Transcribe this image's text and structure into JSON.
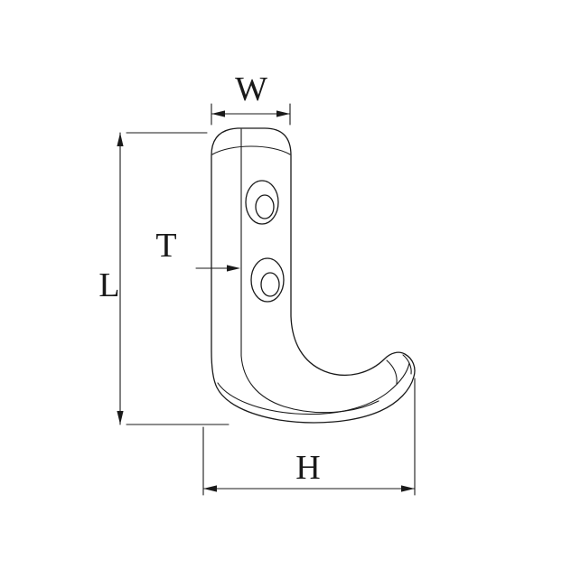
{
  "canvas": {
    "background": "#ffffff",
    "line_color": "#1a1a1a"
  },
  "dimensions": {
    "W": {
      "label": "W"
    },
    "T": {
      "label": "T"
    },
    "L": {
      "label": "L"
    },
    "H": {
      "label": "H"
    }
  }
}
